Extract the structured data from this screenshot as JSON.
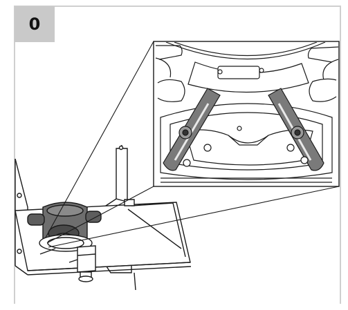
{
  "step": {
    "number": "0"
  },
  "illustration": {
    "overview": "router-table-scene",
    "detail": "router-base-clamps"
  },
  "colors": {
    "line": "#1a1a1a",
    "clamp_fill": "#7a7a7a",
    "badge_bg": "#c9c9c9",
    "frame": "#cfcfcf"
  }
}
